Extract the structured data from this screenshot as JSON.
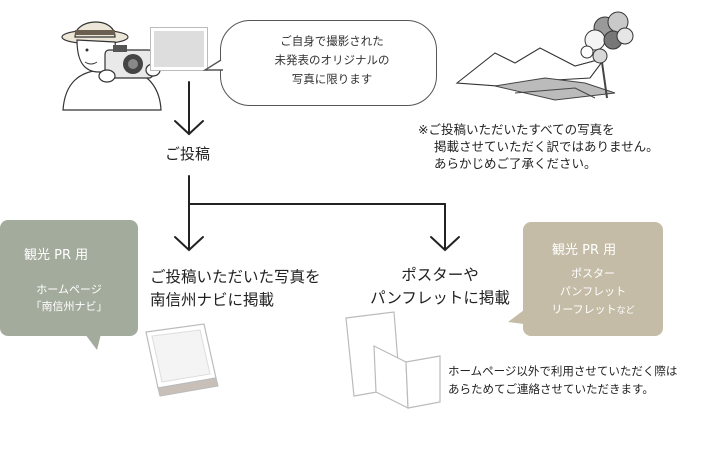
{
  "speech": {
    "line1": "ご自身で撮影された",
    "line2": "未発表のオリジナルの",
    "line3": "写真に限ります"
  },
  "note": {
    "line1": "※ご投稿いただいたすべての写真を",
    "line2": "掲載させていただく訳ではありません。",
    "line3": "あらかじめご了承ください。"
  },
  "step1": "ご投稿",
  "branch_left": {
    "line1": "ご投稿いただいた写真を",
    "line2": "南信州ナビに掲載"
  },
  "branch_right": {
    "line1": "ポスターや",
    "line2": "パンフレットに掲載"
  },
  "card_left": {
    "title": "観光 PR 用",
    "line1": "ホームページ",
    "line2": "「南信州ナビ」"
  },
  "card_right": {
    "title": "観光 PR 用",
    "line1": "ポスター",
    "line2": "パンフレット",
    "line3": "リーフレット",
    "line3_suffix": "など"
  },
  "bottom_note": {
    "line1": "ホームページ以外で利用させていただく際は",
    "line2": "あらためてご連絡させていただきます。"
  },
  "colors": {
    "card_green": "#a3ab9c",
    "card_beige": "#c4bca7",
    "line": "#222222"
  }
}
